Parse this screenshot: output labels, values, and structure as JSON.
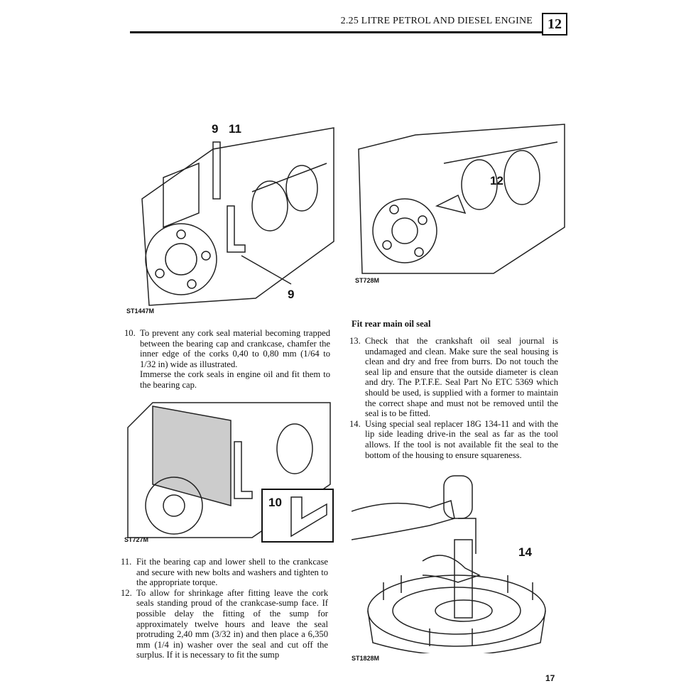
{
  "header": {
    "title": "2.25 LITRE PETROL AND DIESEL ENGINE",
    "section": "12"
  },
  "figures": [
    {
      "id": "ST1447M",
      "callouts": [
        "9",
        "11",
        "9"
      ]
    },
    {
      "id": "ST728M",
      "callouts": [
        "12"
      ]
    },
    {
      "id": "ST727M",
      "callouts": [
        "10"
      ]
    },
    {
      "id": "ST1828M",
      "callouts": [
        "14"
      ]
    }
  ],
  "left_items": [
    {
      "num": "10.",
      "text": "To prevent any cork seal material becoming trapped between the bearing cap and crankcase, chamfer the inner edge of the corks 0,40 to 0,80 mm (1/64 to 1/32 in) wide as illustrated.",
      "extra": "Immerse the cork seals in engine oil and fit them to the bearing cap."
    },
    {
      "num": "11.",
      "text": "Fit the bearing cap and lower shell to the crankcase and secure with new bolts and washers and tighten to the appropriate torque."
    },
    {
      "num": "12.",
      "text": "To allow for shrinkage after fitting leave the cork seals standing proud of the crankcase-sump face. If possible delay the fitting of the sump for approximately twelve hours and leave the seal protruding 2,40 mm (3/32 in) and then place a 6,350 mm (1/4 in) washer over the seal and cut off the surplus. If it is necessary to fit the sump"
    }
  ],
  "right_heading": "Fit rear main oil seal",
  "right_items": [
    {
      "num": "13.",
      "text": "Check that the crankshaft oil seal journal is undamaged and clean. Make sure the seal housing is clean and dry and free from burrs. Do not touch the seal lip and ensure that the outside diameter is clean and dry. The P.T.F.E. Seal Part No ETC 5369 which should be used, is supplied with a former to maintain the correct shape and must not be removed until the seal is to be fitted."
    },
    {
      "num": "14.",
      "text": "Using special seal replacer 18G 134-11 and with the lip side leading drive-in the seal as far as the tool allows. If the tool is not available fit the seal to the bottom of the housing to ensure squareness."
    }
  ],
  "page_number": "17"
}
